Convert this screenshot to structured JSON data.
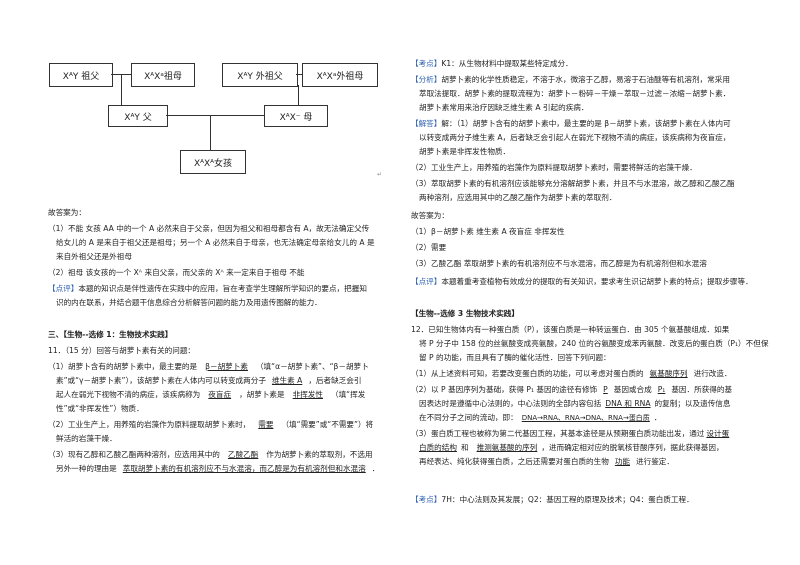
{
  "pedigree": {
    "grandfather_p": "XᴬY 祖父",
    "grandmother_p": "XᴬXᵃ祖母",
    "grandfather_m": "XᴬY 外祖父",
    "grandmother_m": "XᴬXᵃ外祖母",
    "father": "XᴬY 父",
    "mother": "XᴬX⁻ 母",
    "girl": "XᴬXᴬ女孩",
    "mark": "↵"
  },
  "left": {
    "answer_title": "故答案为：",
    "a1_l1": "（1）不能    女孩 AA 中的一个 A 必然来自于父亲，但因为祖父和祖母都含有 A，故无法确定父传",
    "a1_l2": "给女儿的 A 是来自于祖父还是祖母；另一个 A 必然来自于母亲，也无法确定母亲给女儿的 A 是",
    "a1_l3": "来自外祖父还是外祖母",
    "a2": "（2）祖母    该女孩的一个 Xᴬ 来自父亲，而父亲的 Xᴬ 来一定来自于祖母    不能",
    "review_tag": "【点评】",
    "review_l1": "本题的知识点是伴性遗传在实践中的应用，旨在考查学生理解所学知识的要点，把握知",
    "review_l2": "识的内在联系，并结合题干信息综合分析解答问题的能力及用遗传图解的能力．",
    "sec_title": "三、【生物--选修 1：生物技术实践】",
    "q11": "11．（15 分）回答与胡萝卜素有关的问题：",
    "q11_1a": "（1）胡萝卜含有的胡萝卜素中，最主要的是",
    "q11_1b": "β－胡萝卜素",
    "q11_1c": "（填“α－胡萝卜素”、“β－胡萝卜",
    "q11_1d": "素”或“γ－胡萝卜素”），该胡萝卜素在人体内可以转变成两分子",
    "q11_1e": "维生素 A",
    "q11_1f": "，后者缺乏会引",
    "q11_1g": "起人在弱光下视物不清的病症，该疾病称为",
    "q11_1h": "夜盲症",
    "q11_1i": "，胡萝卜素是",
    "q11_1j": "非挥发性",
    "q11_1k": "（填“挥发",
    "q11_1l": "性”或“非挥发性”）物质．",
    "q11_2a": "（2）工业生产上，用养殖的岩藻作为原料提取胡萝卜素时，",
    "q11_2b": "需要",
    "q11_2c": "（填“需要”或“不需要”）将",
    "q11_2d": "鲜活的岩藻干燥．",
    "q11_3a": "（3）现有乙醇和乙酸乙酯两种溶剂，应选用其中的",
    "q11_3b": "乙酸乙酯",
    "q11_3c": "作为胡萝卜素的萃取剂，不选用",
    "q11_3d": "另外一种的理由是",
    "q11_3e": "萃取胡萝卜素的有机溶剂应不与水混溶，而乙醇是为有机溶剂但和水混溶",
    "q11_3f": "．"
  },
  "right": {
    "kd_tag": "【考点】",
    "kd": "K1：从生物材料中提取某些特定成分．",
    "fx_tag": "【分析】",
    "fx_l1": "胡萝卜素的化学性质稳定，不溶于水，微溶于乙醇，易溶于石油醚等有机溶剂，常采用",
    "fx_l2": "萃取法提取．胡萝卜素的提取流程为：胡萝卜－粉碎－干燥－萃取－过滤－浓缩－胡萝卜素．",
    "fx_l3": "胡萝卜素常用来治疗因缺乏维生素 A 引起的疾病．",
    "jd_tag": "【解答】",
    "jd1_l1": "解：（1）胡萝卜含有的胡萝卜素中，最主要的是 β－胡萝卜素，该胡萝卜素在人体内可",
    "jd1_l2": "以转变成两分子维生素 A，后者缺乏会引起人在弱光下视物不清的病症，该疾病称为夜盲症，",
    "jd1_l3": "胡萝卜素是非挥发性物质．",
    "jd2": "（2）工业生产上，用养殖的岩藻作为原料提取胡萝卜素时，需要将鲜活的岩藻干燥．",
    "jd3_l1": "（3）萃取胡萝卜素的有机溶剂应该能够充分溶解胡萝卜素，并且不与水混溶，故乙醇和乙酸乙酯",
    "jd3_l2": "两种溶剂，应选用其中的乙酸乙酯作为胡萝卜素的萃取剂．",
    "ans_title": "故答案为：",
    "ans1": "（1）β－胡萝卜素  维生素 A  夜盲症  非挥发性",
    "ans2": "（2）需要",
    "ans3": "（3）乙酸乙酯  萃取胡萝卜素的有机溶剂应不与水混溶，而乙醇是为有机溶剂但和水混溶",
    "dp_tag": "【点评】",
    "dp_l1": "本题着重考查植物有效成分的提取的有关知识，要求考生识记胡萝卜素的特点；提取步骤等．",
    "sec_title": "【生物--选修 3 生物技术实践】",
    "q12_l1": "12．已知生物体内有一种蛋白质（P），该蛋白质是一种转运蛋白．由 305 个氨基酸组成．如果",
    "q12_l2": "将 P 分子中 158 位的丝氨酸变成亮氨酸，240 位的谷氨酸变成苯丙氨酸．改变后的蛋白质（P₁）不但保",
    "q12_l3": "留 P 的功能，而且具有了酶的催化活性．回答下列问题：",
    "q12_1a": "（1）从上述资料可知，若要改变蛋白质的功能，可以考虑对蛋白质的",
    "q12_1b": "氨基酸序列",
    "q12_1c": "进行改造．",
    "q12_2a": "（2）以 P 基因序列为基础，获得 P₁ 基因的途径有修饰",
    "q12_2b": "P",
    "q12_2c": "基因或合成",
    "q12_2d": "P₁",
    "q12_2e": "基因．所获得的基",
    "q12_2f": "因表达时是遵循中心法则的，中心法则的全部内容包括",
    "q12_2g": "DNA 和 RNA",
    "q12_2h": "的复制；以及遗传信息",
    "q12_2i": "在不同分子之间的流动，即：",
    "q12_2j": "DNA→RNA、RNA→DNA、RNA→蛋白质",
    "q12_2k": "．",
    "q12_3a": "（3）蛋白质工程也被称为第二代基因工程，其基本途径是从预期蛋白质功能出发，通过",
    "q12_3b": "设计蛋",
    "q12_3c": "白质的结构",
    "q12_3d": "和",
    "q12_3e": "推测氨基酸的序列",
    "q12_3f": "，进而确定相对应的脱氧核苷酸序列，据此获得基因，",
    "q12_3g": "再经表达、纯化获得蛋白质，之后还需要对蛋白质的生物",
    "q12_3h": "功能",
    "q12_3i": "进行鉴定．",
    "kd2_tag": "【考点】",
    "kd2": "7H：中心法则及其发展；Q2：基因工程的原理及技术；Q4：蛋白质工程．"
  }
}
